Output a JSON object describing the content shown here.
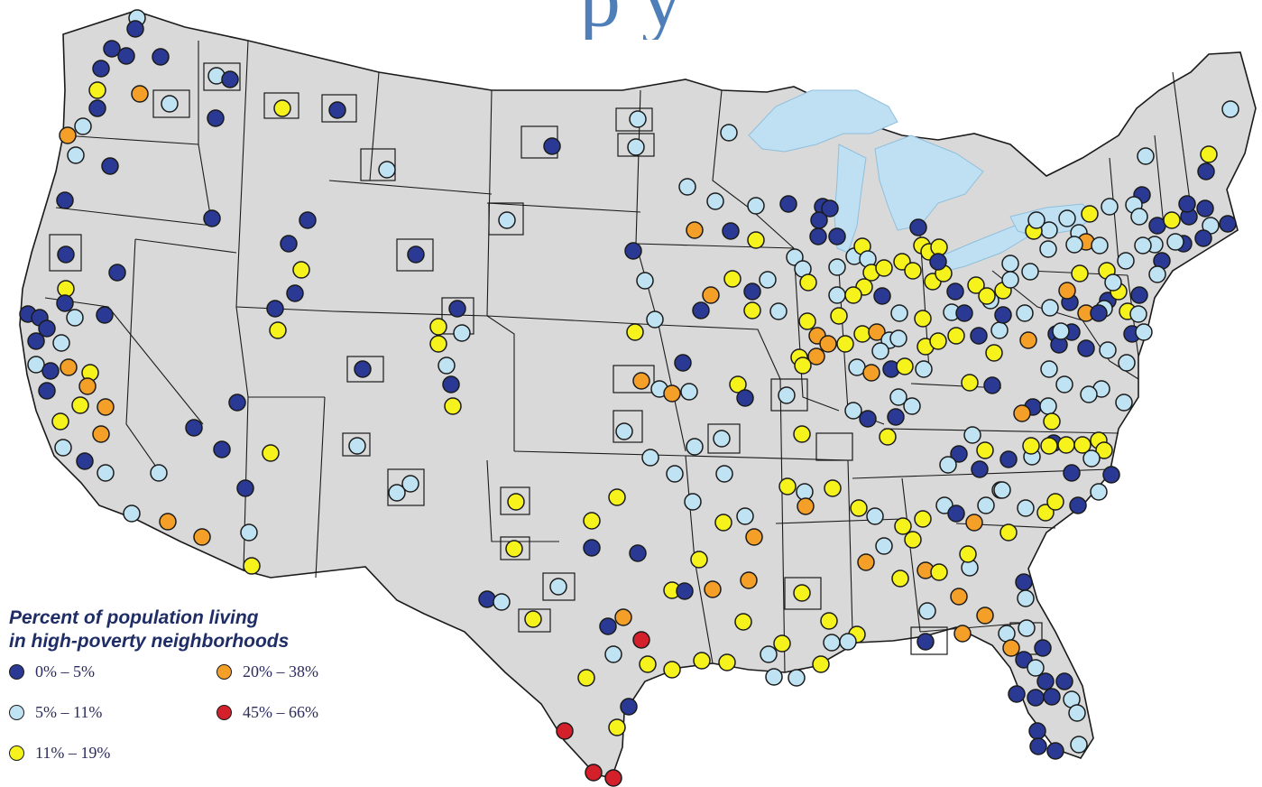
{
  "header": {
    "title_fragment": "p y"
  },
  "legend": {
    "title_line1": "Percent of population living",
    "title_line2": "in high-poverty neighborhoods",
    "items": [
      {
        "label": "0% – 5%",
        "color": "#2a3a94"
      },
      {
        "label": "5% – 11%",
        "color": "#bfe3f3"
      },
      {
        "label": "11% – 19%",
        "color": "#f6f21c"
      },
      {
        "label": "20% – 38%",
        "color": "#f4a028"
      },
      {
        "label": "45% – 66%",
        "color": "#d4202a"
      }
    ]
  },
  "colors": {
    "land": "#d9d9d9",
    "lakes": "#bfe0f3",
    "borders": "#1a1a1a"
  }
}
